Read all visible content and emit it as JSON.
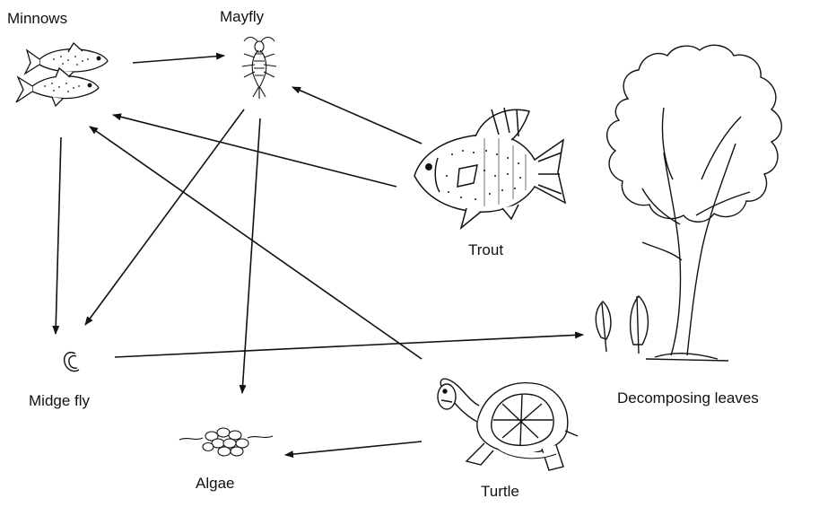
{
  "diagram": {
    "type": "food web",
    "organisms": {
      "minnows": "Minnows",
      "mayfly": "Mayfly",
      "trout": "Trout",
      "midge_fly": "Midge fly",
      "algae": "Algae",
      "turtle": "Turtle",
      "decomposing_leaves": "Decomposing leaves"
    },
    "arrows": [
      {
        "from": "Minnows",
        "to": "Mayfly"
      },
      {
        "from": "Trout",
        "to": "Mayfly"
      },
      {
        "from": "Trout",
        "to": "Minnows"
      },
      {
        "from": "Turtle",
        "to": "Minnows"
      },
      {
        "from": "Minnows",
        "to": "Midge fly"
      },
      {
        "from": "Mayfly",
        "to": "Midge fly"
      },
      {
        "from": "Mayfly",
        "to": "Algae"
      },
      {
        "from": "Midge fly",
        "to": "Decomposing leaves"
      },
      {
        "from": "Turtle",
        "to": "Algae"
      }
    ],
    "colors": {
      "ink": "#111111",
      "background": "#ffffff"
    }
  }
}
